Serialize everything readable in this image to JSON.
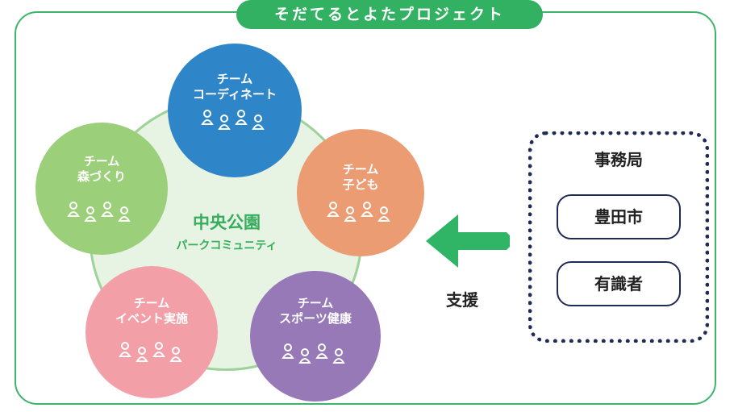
{
  "title": "そだてるとよたプロジェクト",
  "center": {
    "title": "中央公園",
    "subtitle": "パークコミュニティ"
  },
  "teams": [
    {
      "line1": "チーム",
      "line2": "コーディネート",
      "color": "#2e86c8"
    },
    {
      "line1": "チーム",
      "line2": "子ども",
      "color": "#ec9c72"
    },
    {
      "line1": "チーム",
      "line2": "スポーツ健康",
      "color": "#9779b8"
    },
    {
      "line1": "チーム",
      "line2": "イベント実施",
      "color": "#f29fa8"
    },
    {
      "line1": "チーム",
      "line2": "森づくり",
      "color": "#9ccf79"
    }
  ],
  "office": {
    "title": "事務局",
    "members": [
      "豊田市",
      "有識者"
    ]
  },
  "support_label": "支援",
  "colors": {
    "accent_green": "#33b163",
    "navy": "#1f2a55",
    "arrow": "#2fb565"
  }
}
